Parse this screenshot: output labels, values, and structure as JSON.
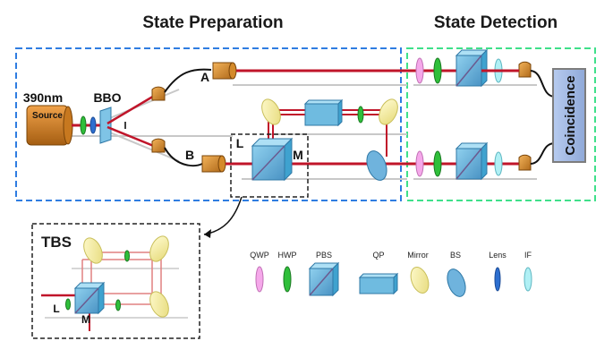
{
  "titles": {
    "state_preparation": "State Preparation",
    "state_detection": "State Detection"
  },
  "source": {
    "wavelength": "390nm",
    "label": "Source"
  },
  "crystal": "BBO",
  "paths": {
    "a": "A",
    "b": "B"
  },
  "tbs_markers": {
    "l": "L",
    "m": "M"
  },
  "inset_title": "TBS",
  "detector": "Coincidence",
  "legend": [
    {
      "label": "QWP",
      "icon": "qwp-icon"
    },
    {
      "label": "HWP",
      "icon": "hwp-icon"
    },
    {
      "label": "PBS",
      "icon": "pbs-icon"
    },
    {
      "label": "QP",
      "icon": "qp-icon"
    },
    {
      "label": "Mirror",
      "icon": "mirror-icon"
    },
    {
      "label": "BS",
      "icon": "bs-icon"
    },
    {
      "label": "Lens",
      "icon": "lens-icon"
    },
    {
      "label": "IF",
      "icon": "if-icon"
    }
  ],
  "colors": {
    "preparation_box": "#2f7de1",
    "detection_box": "#3fe08a",
    "beam": "#c0152a",
    "qwp": "#f5a8ea",
    "hwp": "#2fbf3a",
    "pbs": "#7fc4e6",
    "mirror": "#f5f0a8",
    "lens": "#2d6fd0",
    "if_filter": "#b0f0f5",
    "coincidence": "#a8bfe6"
  }
}
